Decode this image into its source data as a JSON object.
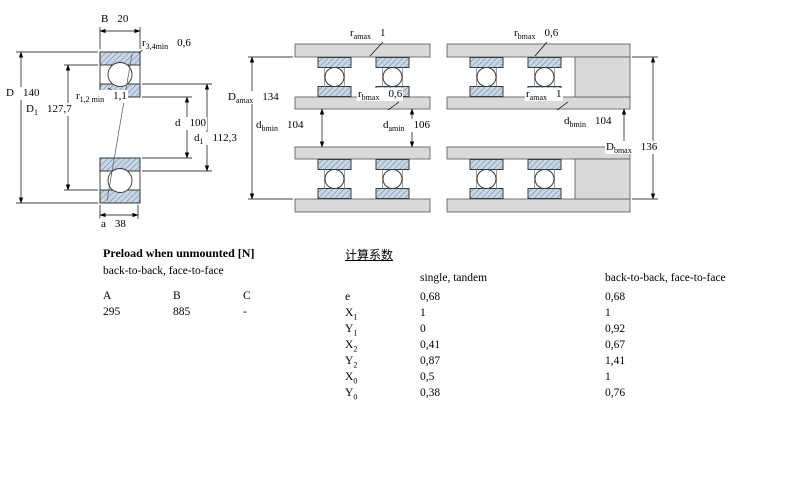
{
  "dims": {
    "left": {
      "B": {
        "base": "B",
        "sub": "",
        "value": "20"
      },
      "r34": {
        "base": "r",
        "sub": "3,4min",
        "value": "0,6"
      },
      "D": {
        "base": "D",
        "sub": "",
        "value": "140"
      },
      "r12": {
        "base": "r",
        "sub": "1,2 min",
        "value": "1,1"
      },
      "D1": {
        "base": "D",
        "sub": "1",
        "value": "127,7"
      },
      "d": {
        "base": "d",
        "sub": "",
        "value": "100"
      },
      "d1": {
        "base": "d",
        "sub": "1",
        "value": "112,3"
      },
      "a": {
        "base": "a",
        "sub": "",
        "value": "38"
      }
    },
    "middle": {
      "ramax": {
        "base": "r",
        "sub": "amax",
        "value": "1"
      },
      "Damax": {
        "base": "D",
        "sub": "amax",
        "value": "134"
      },
      "rbmax": {
        "base": "r",
        "sub": "bmax",
        "value": "0,6"
      },
      "dbmin": {
        "base": "d",
        "sub": "bmin",
        "value": "104"
      },
      "damin": {
        "base": "d",
        "sub": "amin",
        "value": "106"
      }
    },
    "right": {
      "rbmax": {
        "base": "r",
        "sub": "bmax",
        "value": "0,6"
      },
      "ramax": {
        "base": "r",
        "sub": "amax",
        "value": "1"
      },
      "dbmin": {
        "base": "d",
        "sub": "bmin",
        "value": "104"
      },
      "Dbmax": {
        "base": "D",
        "sub": "bmax",
        "value": "136"
      }
    }
  },
  "preload": {
    "title": "Preload when unmounted [N]",
    "subtitle": "back-to-back, face-to-face",
    "headers": [
      "A",
      "B",
      "C"
    ],
    "values": [
      "295",
      "885",
      "-"
    ]
  },
  "factors": {
    "title": "计算系数",
    "col1": "single, tandem",
    "col2": "back-to-back, face-to-face",
    "rows": [
      {
        "base": "e",
        "sub": "",
        "v1": "0,68",
        "v2": "0,68"
      },
      {
        "base": "X",
        "sub": "1",
        "v1": "1",
        "v2": "1"
      },
      {
        "base": "Y",
        "sub": "1",
        "v1": "0",
        "v2": "0,92"
      },
      {
        "base": "X",
        "sub": "2",
        "v1": "0,41",
        "v2": "0,67"
      },
      {
        "base": "Y",
        "sub": "2",
        "v1": "0,87",
        "v2": "1,41"
      },
      {
        "base": "X",
        "sub": "0",
        "v1": "0,5",
        "v2": "1"
      },
      {
        "base": "Y",
        "sub": "0",
        "v1": "0,38",
        "v2": "0,76"
      }
    ]
  }
}
